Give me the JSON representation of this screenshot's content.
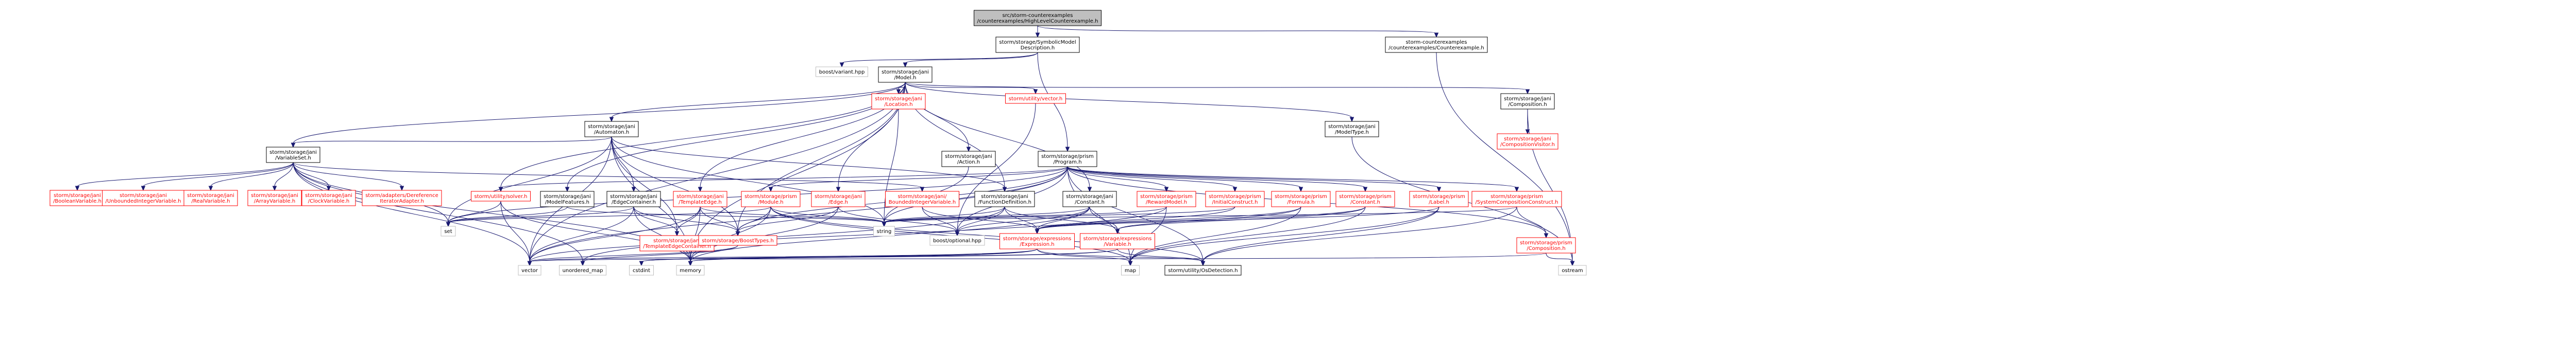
{
  "graph": {
    "colors": {
      "edge": "#191970",
      "box_border": "#000000",
      "box_border_red": "#ff0000",
      "box_border_plain": "#bfbfbf",
      "root_fill": "#bfbfbf",
      "background": "#ffffff"
    },
    "nodes": [
      {
        "id": "root",
        "lines": [
          "src/storm-counterexamples",
          "/counterexamples/HighLevelCounterexample.h"
        ],
        "style": "root"
      },
      {
        "id": "symmodel",
        "lines": [
          "storm/storage/SymbolicModel",
          "Description.h"
        ],
        "style": "normal"
      },
      {
        "id": "cexample",
        "lines": [
          "storm-counterexamples",
          "/counterexamples/Counterexample.h"
        ],
        "style": "normal"
      },
      {
        "id": "variant",
        "lines": [
          "boost/variant.hpp"
        ],
        "style": "plain"
      },
      {
        "id": "janimodel",
        "lines": [
          "storm/storage/jani",
          "/Model.h"
        ],
        "style": "normal"
      },
      {
        "id": "automaton",
        "lines": [
          "storm/storage/jani",
          "/Automaton.h"
        ],
        "style": "normal"
      },
      {
        "id": "location",
        "lines": [
          "storm/storage/jani",
          "/Location.h"
        ],
        "style": "red"
      },
      {
        "id": "vectorh",
        "lines": [
          "storm/utility/vector.h"
        ],
        "style": "red"
      },
      {
        "id": "composition",
        "lines": [
          "storm/storage/jani",
          "/Composition.h"
        ],
        "style": "normal"
      },
      {
        "id": "compvisitor",
        "lines": [
          "storm/storage/jani",
          "/CompositionVisitor.h"
        ],
        "style": "red"
      },
      {
        "id": "varset",
        "lines": [
          "storm/storage/jani",
          "/VariableSet.h"
        ],
        "style": "normal"
      },
      {
        "id": "action",
        "lines": [
          "storm/storage/jani",
          "/Action.h"
        ],
        "style": "normal"
      },
      {
        "id": "modeltype",
        "lines": [
          "storm/storage/jani",
          "/ModelType.h"
        ],
        "style": "normal"
      },
      {
        "id": "program",
        "lines": [
          "storm/storage/prism",
          "/Program.h"
        ],
        "style": "normal"
      },
      {
        "id": "boolvar",
        "lines": [
          "storm/storage/jani",
          "/BooleanVariable.h"
        ],
        "style": "red"
      },
      {
        "id": "unboundedint",
        "lines": [
          "storm/storage/jani",
          "/UnboundedIntegerVariable.h"
        ],
        "style": "red"
      },
      {
        "id": "realvar",
        "lines": [
          "storm/storage/jani",
          "/RealVariable.h"
        ],
        "style": "red"
      },
      {
        "id": "arrayvar",
        "lines": [
          "storm/storage/jani",
          "/ArrayVariable.h"
        ],
        "style": "red"
      },
      {
        "id": "clockvar",
        "lines": [
          "storm/storage/jani",
          "/ClockVariable.h"
        ],
        "style": "red"
      },
      {
        "id": "deref",
        "lines": [
          "storm/adapters/Dereference",
          "IteratorAdapter.h"
        ],
        "style": "red"
      },
      {
        "id": "solver",
        "lines": [
          "storm/utility/solver.h"
        ],
        "style": "red"
      },
      {
        "id": "modelfeatures",
        "lines": [
          "storm/storage/jani",
          "/ModelFeatures.h"
        ],
        "style": "normal"
      },
      {
        "id": "edgecontainer",
        "lines": [
          "storm/storage/jani",
          "/EdgeContainer.h"
        ],
        "style": "normal"
      },
      {
        "id": "templateedge",
        "lines": [
          "storm/storage/jani",
          "/TemplateEdge.h"
        ],
        "style": "red"
      },
      {
        "id": "prismmodule",
        "lines": [
          "storm/storage/prism",
          "/Module.h"
        ],
        "style": "red"
      },
      {
        "id": "janiedge",
        "lines": [
          "storm/storage/jani",
          "/Edge.h"
        ],
        "style": "red"
      },
      {
        "id": "boundedint",
        "lines": [
          "storm/storage/jani/",
          "BoundedIntegerVariable.h"
        ],
        "style": "red"
      },
      {
        "id": "funcdef",
        "lines": [
          "storm/storage/jani",
          "/FunctionDefinition.h"
        ],
        "style": "normal"
      },
      {
        "id": "janiconstant",
        "lines": [
          "storm/storage/jani",
          "/Constant.h"
        ],
        "style": "normal"
      },
      {
        "id": "rewardmodel",
        "lines": [
          "storm/storage/prism",
          "/RewardModel.h"
        ],
        "style": "red"
      },
      {
        "id": "initconstruct",
        "lines": [
          "storm/storage/prism",
          "/InitialConstruct.h"
        ],
        "style": "red"
      },
      {
        "id": "formula",
        "lines": [
          "storm/storage/prism",
          "/Formula.h"
        ],
        "style": "red"
      },
      {
        "id": "prismconstant",
        "lines": [
          "storm/storage/prism",
          "/Constant.h"
        ],
        "style": "red"
      },
      {
        "id": "label",
        "lines": [
          "storm/storage/prism",
          "/Label.h"
        ],
        "style": "red"
      },
      {
        "id": "syscomp",
        "lines": [
          "storm/storage/prism",
          "/SystemCompositionConstruct.h"
        ],
        "style": "red"
      },
      {
        "id": "prismcomp",
        "lines": [
          "storm/storage/prism",
          "/Composition.h"
        ],
        "style": "red"
      },
      {
        "id": "set",
        "lines": [
          "set"
        ],
        "style": "plain"
      },
      {
        "id": "templateedgecontainer",
        "lines": [
          "storm/storage/jani",
          "/TemplateEdgeContainer.h"
        ],
        "style": "red"
      },
      {
        "id": "boosttypes",
        "lines": [
          "storm/storage/BoostTypes.h"
        ],
        "style": "red"
      },
      {
        "id": "string",
        "lines": [
          "string"
        ],
        "style": "plain"
      },
      {
        "id": "optional",
        "lines": [
          "boost/optional.hpp"
        ],
        "style": "plain"
      },
      {
        "id": "expression",
        "lines": [
          "storm/storage/expressions",
          "/Expression.h"
        ],
        "style": "red"
      },
      {
        "id": "variable",
        "lines": [
          "storm/storage/expressions",
          "/Variable.h"
        ],
        "style": "red"
      },
      {
        "id": "vector",
        "lines": [
          "vector"
        ],
        "style": "plain"
      },
      {
        "id": "unorderedmap",
        "lines": [
          "unordered_map"
        ],
        "style": "plain"
      },
      {
        "id": "cstdint",
        "lines": [
          "cstdint"
        ],
        "style": "plain"
      },
      {
        "id": "memory",
        "lines": [
          "memory"
        ],
        "style": "plain"
      },
      {
        "id": "map",
        "lines": [
          "map"
        ],
        "style": "plain"
      },
      {
        "id": "osdetection",
        "lines": [
          "storm/utility/OsDetection.h"
        ],
        "style": "normal"
      },
      {
        "id": "ostream",
        "lines": [
          "ostream"
        ],
        "style": "plain"
      }
    ],
    "edges": [
      [
        "root",
        "symmodel"
      ],
      [
        "root",
        "cexample"
      ],
      [
        "symmodel",
        "variant"
      ],
      [
        "symmodel",
        "janimodel"
      ],
      [
        "symmodel",
        "program"
      ],
      [
        "cexample",
        "ostream"
      ],
      [
        "janimodel",
        "automaton"
      ],
      [
        "janimodel",
        "location"
      ],
      [
        "janimodel",
        "vectorh"
      ],
      [
        "janimodel",
        "composition"
      ],
      [
        "janimodel",
        "varset"
      ],
      [
        "janimodel",
        "action"
      ],
      [
        "janimodel",
        "modeltype"
      ],
      [
        "janimodel",
        "solver"
      ],
      [
        "janimodel",
        "modelfeatures"
      ],
      [
        "janimodel",
        "templateedge"
      ],
      [
        "janimodel",
        "janiedge"
      ],
      [
        "janimodel",
        "funcdef"
      ],
      [
        "janimodel",
        "janiconstant"
      ],
      [
        "janimodel",
        "boosttypes"
      ],
      [
        "janimodel",
        "vector"
      ],
      [
        "janimodel",
        "memory"
      ],
      [
        "automaton",
        "varset"
      ],
      [
        "automaton",
        "edgecontainer"
      ],
      [
        "automaton",
        "funcdef"
      ],
      [
        "automaton",
        "templateedgecontainer"
      ],
      [
        "automaton",
        "boosttypes"
      ],
      [
        "automaton",
        "string"
      ],
      [
        "automaton",
        "set"
      ],
      [
        "automaton",
        "memory"
      ],
      [
        "automaton",
        "vector"
      ],
      [
        "location",
        "string"
      ],
      [
        "vectorh",
        "optional"
      ],
      [
        "composition",
        "compvisitor"
      ],
      [
        "composition",
        "ostream"
      ],
      [
        "varset",
        "boolvar"
      ],
      [
        "varset",
        "unboundedint"
      ],
      [
        "varset",
        "realvar"
      ],
      [
        "varset",
        "arrayvar"
      ],
      [
        "varset",
        "clockvar"
      ],
      [
        "varset",
        "deref"
      ],
      [
        "varset",
        "boundedint"
      ],
      [
        "varset",
        "set"
      ],
      [
        "varset",
        "vector"
      ],
      [
        "varset",
        "unorderedmap"
      ],
      [
        "varset",
        "memory"
      ],
      [
        "action",
        "string"
      ],
      [
        "modeltype",
        "ostream"
      ],
      [
        "program",
        "solver"
      ],
      [
        "program",
        "prismmodule"
      ],
      [
        "program",
        "rewardmodel"
      ],
      [
        "program",
        "initconstruct"
      ],
      [
        "program",
        "formula"
      ],
      [
        "program",
        "prismconstant"
      ],
      [
        "program",
        "label"
      ],
      [
        "program",
        "syscomp"
      ],
      [
        "program",
        "prismcomp"
      ],
      [
        "program",
        "boosttypes"
      ],
      [
        "program",
        "optional"
      ],
      [
        "program",
        "set"
      ],
      [
        "program",
        "map"
      ],
      [
        "program",
        "vector"
      ],
      [
        "program",
        "osdetection"
      ],
      [
        "program",
        "string"
      ],
      [
        "solver",
        "set"
      ],
      [
        "solver",
        "vector"
      ],
      [
        "solver",
        "memory"
      ],
      [
        "modelfeatures",
        "set"
      ],
      [
        "modelfeatures",
        "string"
      ],
      [
        "edgecontainer",
        "templateedgecontainer"
      ],
      [
        "edgecontainer",
        "vector"
      ],
      [
        "edgecontainer",
        "set"
      ],
      [
        "edgecontainer",
        "memory"
      ],
      [
        "edgecontainer",
        "boosttypes"
      ],
      [
        "templateedge",
        "templateedgecontainer"
      ],
      [
        "templateedge",
        "boosttypes"
      ],
      [
        "templateedge",
        "vector"
      ],
      [
        "templateedge",
        "memory"
      ],
      [
        "templateedge",
        "string"
      ],
      [
        "prismmodule",
        "boosttypes"
      ],
      [
        "prismmodule",
        "set"
      ],
      [
        "prismmodule",
        "map"
      ],
      [
        "prismmodule",
        "memory"
      ],
      [
        "prismmodule",
        "string"
      ],
      [
        "prismmodule",
        "osdetection"
      ],
      [
        "janiedge",
        "optional"
      ],
      [
        "janiedge",
        "memory"
      ],
      [
        "janiedge",
        "boosttypes"
      ],
      [
        "boundedint",
        "optional"
      ],
      [
        "boundedint",
        "expression"
      ],
      [
        "funcdef",
        "string"
      ],
      [
        "funcdef",
        "optional"
      ],
      [
        "funcdef",
        "expression"
      ],
      [
        "funcdef",
        "variable"
      ],
      [
        "funcdef",
        "unorderedmap"
      ],
      [
        "janiconstant",
        "optional"
      ],
      [
        "janiconstant",
        "string"
      ],
      [
        "janiconstant",
        "expression"
      ],
      [
        "janiconstant",
        "variable"
      ],
      [
        "janiconstant",
        "memory"
      ],
      [
        "rewardmodel",
        "string"
      ],
      [
        "rewardmodel",
        "map"
      ],
      [
        "rewardmodel",
        "vector"
      ],
      [
        "initconstruct",
        "expression"
      ],
      [
        "initconstruct",
        "string"
      ],
      [
        "formula",
        "expression"
      ],
      [
        "formula",
        "variable"
      ],
      [
        "formula",
        "map"
      ],
      [
        "prismconstant",
        "expression"
      ],
      [
        "prismconstant",
        "variable"
      ],
      [
        "prismconstant",
        "map"
      ],
      [
        "label",
        "expression"
      ],
      [
        "label",
        "map"
      ],
      [
        "label",
        "osdetection"
      ],
      [
        "syscomp",
        "prismcomp"
      ],
      [
        "syscomp",
        "osdetection"
      ],
      [
        "syscomp",
        "string"
      ],
      [
        "prismcomp",
        "ostream"
      ],
      [
        "prismcomp",
        "vector"
      ],
      [
        "boosttypes",
        "unorderedmap"
      ],
      [
        "boosttypes",
        "vector"
      ],
      [
        "expression",
        "vector"
      ],
      [
        "expression",
        "memory"
      ],
      [
        "expression",
        "map"
      ],
      [
        "expression",
        "cstdint"
      ],
      [
        "expression",
        "osdetection"
      ],
      [
        "variable",
        "cstdint"
      ],
      [
        "variable",
        "memory"
      ],
      [
        "variable",
        "osdetection"
      ]
    ]
  }
}
